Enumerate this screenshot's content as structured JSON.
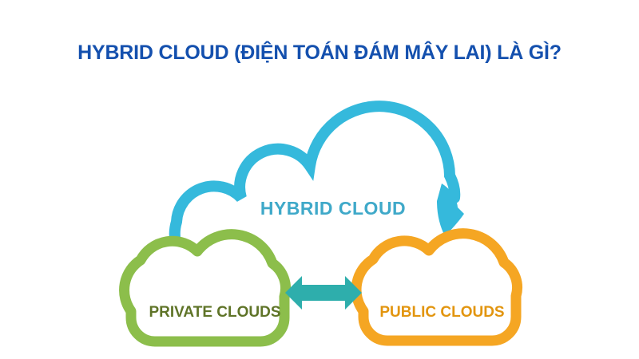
{
  "background": "#FFFFFF",
  "title": {
    "text": "HYBRID CLOUD (ĐIỆN TOÁN ĐÁM MÂY LAI) LÀ GÌ?",
    "color": "#1450AE"
  },
  "clouds": {
    "hybrid": {
      "label": "HYBRID CLOUD",
      "outline_color": "#35B9DC",
      "label_color": "#3FA9C9"
    },
    "private": {
      "label": "PRIVATE CLOUDS",
      "outline_color": "#8CBE4B",
      "label_color": "#5F7428"
    },
    "public": {
      "label": "PUBLIC CLOUDS",
      "outline_color": "#F5A623",
      "label_color": "#E2950F"
    }
  },
  "arrow": {
    "icon": "double-headed-arrow-icon",
    "color": "#2EAEAC"
  }
}
